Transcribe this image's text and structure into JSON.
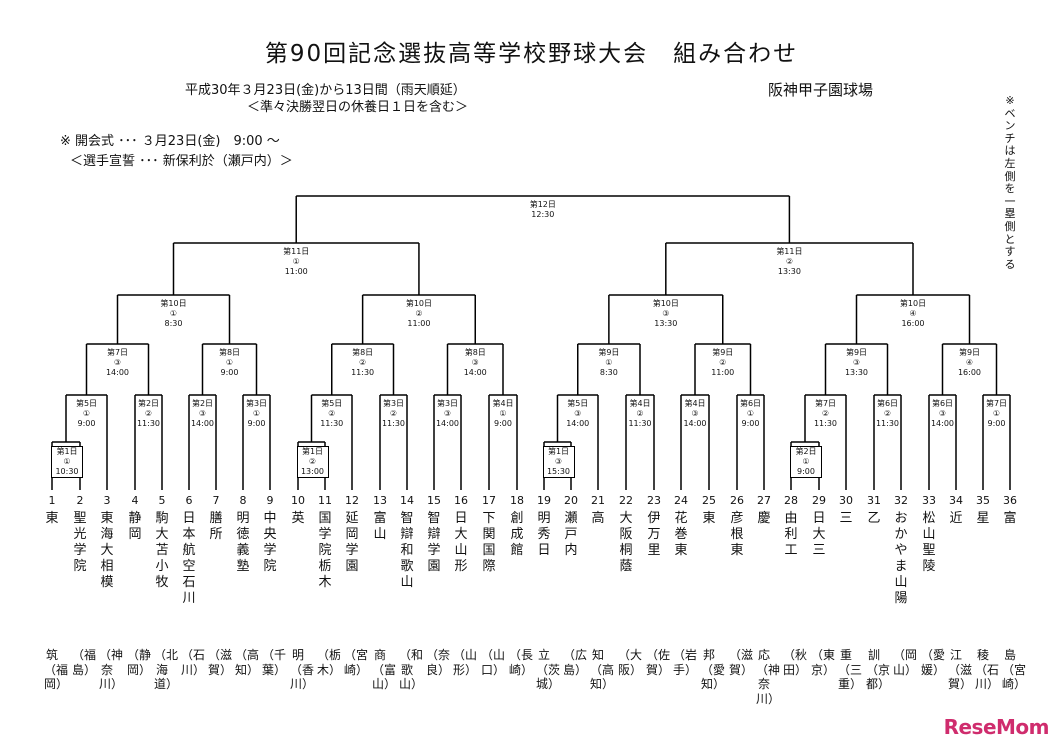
{
  "header": {
    "title": "第90回記念選抜高等学校野球大会　組み合わせ",
    "period": "平成30年３月23日(金)から13日間（雨天順延）",
    "rest_note": "＜準々決勝翌日の休養日１日を含む＞",
    "venue": "阪神甲子園球場",
    "opening": "※ 開会式 ･･･ ３月23日(金)　9:00 ～",
    "oath": "＜選手宣誓 ･･･ 新保利於（瀬戸内）＞",
    "bench_note": "※ベンチは左側を一塁側とする"
  },
  "slots": [
    {
      "day": "第1日",
      "game": "①",
      "time": "10:30",
      "boxed": true
    },
    {
      "day": "第5日",
      "game": "①",
      "time": "9:00"
    },
    {
      "day": "第2日",
      "game": "②",
      "time": "11:30"
    },
    {
      "day": "第2日",
      "game": "③",
      "time": "14:00"
    },
    {
      "day": "第3日",
      "game": "①",
      "time": "9:00"
    },
    {
      "day": "第1日",
      "game": "②",
      "time": "13:00",
      "boxed": true
    },
    {
      "day": "第5日",
      "game": "②",
      "time": "11:30"
    },
    {
      "day": "第3日",
      "game": "②",
      "time": "11:30"
    },
    {
      "day": "第3日",
      "game": "③",
      "time": "14:00"
    },
    {
      "day": "第4日",
      "game": "①",
      "time": "9:00"
    },
    {
      "day": "第1日",
      "game": "③",
      "time": "15:30",
      "boxed": true
    },
    {
      "day": "第5日",
      "game": "③",
      "time": "14:00"
    },
    {
      "day": "第4日",
      "game": "②",
      "time": "11:30"
    },
    {
      "day": "第4日",
      "game": "③",
      "time": "14:00"
    },
    {
      "day": "第6日",
      "game": "①",
      "time": "9:00"
    },
    {
      "day": "第2日",
      "game": "①",
      "time": "9:00",
      "boxed": true
    },
    {
      "day": "第7日",
      "game": "②",
      "time": "11:30"
    },
    {
      "day": "第6日",
      "game": "②",
      "time": "11:30"
    },
    {
      "day": "第6日",
      "game": "③",
      "time": "14:00"
    },
    {
      "day": "第7日",
      "game": "①",
      "time": "9:00"
    },
    {
      "day": "第7日",
      "game": "③",
      "time": "14:00"
    },
    {
      "day": "第8日",
      "game": "①",
      "time": "9:00"
    },
    {
      "day": "第8日",
      "game": "②",
      "time": "11:30"
    },
    {
      "day": "第8日",
      "game": "③",
      "time": "14:00"
    },
    {
      "day": "第9日",
      "game": "①",
      "time": "8:30"
    },
    {
      "day": "第9日",
      "game": "②",
      "time": "11:00"
    },
    {
      "day": "第9日",
      "game": "③",
      "time": "13:30"
    },
    {
      "day": "第9日",
      "game": "④",
      "time": "16:00"
    },
    {
      "day": "第10日",
      "game": "①",
      "time": "8:30"
    },
    {
      "day": "第10日",
      "game": "②",
      "time": "11:00"
    },
    {
      "day": "第10日",
      "game": "③",
      "time": "13:30"
    },
    {
      "day": "第10日",
      "game": "④",
      "time": "16:00"
    },
    {
      "day": "第11日",
      "game": "①",
      "time": "11:00"
    },
    {
      "day": "第11日",
      "game": "②",
      "time": "13:30"
    },
    {
      "day": "第12日",
      "game": "",
      "time": "12:30"
    }
  ],
  "teams": [
    {
      "num": "1",
      "name": "東",
      "pref": "筑（福岡）"
    },
    {
      "num": "2",
      "name": "聖光学院",
      "pref": "（福島）"
    },
    {
      "num": "3",
      "name": "東海大相模",
      "pref": "（神奈川）"
    },
    {
      "num": "4",
      "name": "静岡",
      "pref": "（静岡）"
    },
    {
      "num": "5",
      "name": "駒大苫小牧",
      "pref": "（北海道）"
    },
    {
      "num": "6",
      "name": "日本航空石川",
      "pref": "（石川）"
    },
    {
      "num": "7",
      "name": "膳所",
      "pref": "（滋賀）"
    },
    {
      "num": "8",
      "name": "明徳義塾",
      "pref": "（高知）"
    },
    {
      "num": "9",
      "name": "中央学院",
      "pref": "（千葉）"
    },
    {
      "num": "10",
      "name": "英",
      "pref": "明（香川）"
    },
    {
      "num": "11",
      "name": "国学院栃木",
      "pref": "（栃木）"
    },
    {
      "num": "12",
      "name": "延岡学園",
      "pref": "（宮崎）"
    },
    {
      "num": "13",
      "name": "富山",
      "pref": "商（富山）"
    },
    {
      "num": "14",
      "name": "智辯和歌山",
      "pref": "（和歌山）"
    },
    {
      "num": "15",
      "name": "智辯学園",
      "pref": "（奈良）"
    },
    {
      "num": "16",
      "name": "日大山形",
      "pref": "（山形）"
    },
    {
      "num": "17",
      "name": "下関国際",
      "pref": "（山口）"
    },
    {
      "num": "18",
      "name": "創成館",
      "pref": "（長崎）"
    },
    {
      "num": "19",
      "name": "明秀日",
      "pref": "立（茨城）"
    },
    {
      "num": "20",
      "name": "瀬戸内",
      "pref": "（広島）"
    },
    {
      "num": "21",
      "name": "高",
      "pref": "知（高知）"
    },
    {
      "num": "22",
      "name": "大阪桐蔭",
      "pref": "（大阪）"
    },
    {
      "num": "23",
      "name": "伊万里",
      "pref": "（佐賀）"
    },
    {
      "num": "24",
      "name": "花巻東",
      "pref": "（岩手）"
    },
    {
      "num": "25",
      "name": "東",
      "pref": "邦（愛知）"
    },
    {
      "num": "26",
      "name": "彦根東",
      "pref": "（滋賀）"
    },
    {
      "num": "27",
      "name": "慶",
      "pref": "応（神奈川）"
    },
    {
      "num": "28",
      "name": "由利工",
      "pref": "（秋田）"
    },
    {
      "num": "29",
      "name": "日大三",
      "pref": "（東京）"
    },
    {
      "num": "30",
      "name": "三",
      "pref": "重（三重）"
    },
    {
      "num": "31",
      "name": "乙",
      "pref": "訓（京都）"
    },
    {
      "num": "32",
      "name": "おかやま山陽",
      "pref": "（岡山）"
    },
    {
      "num": "33",
      "name": "松山聖陵",
      "pref": "（愛媛）"
    },
    {
      "num": "34",
      "name": "近",
      "pref": "江（滋賀）"
    },
    {
      "num": "35",
      "name": "星",
      "pref": "稜（石川）"
    },
    {
      "num": "36",
      "name": "富",
      "pref": "島（宮崎）"
    }
  ],
  "logo": "ReseMom"
}
